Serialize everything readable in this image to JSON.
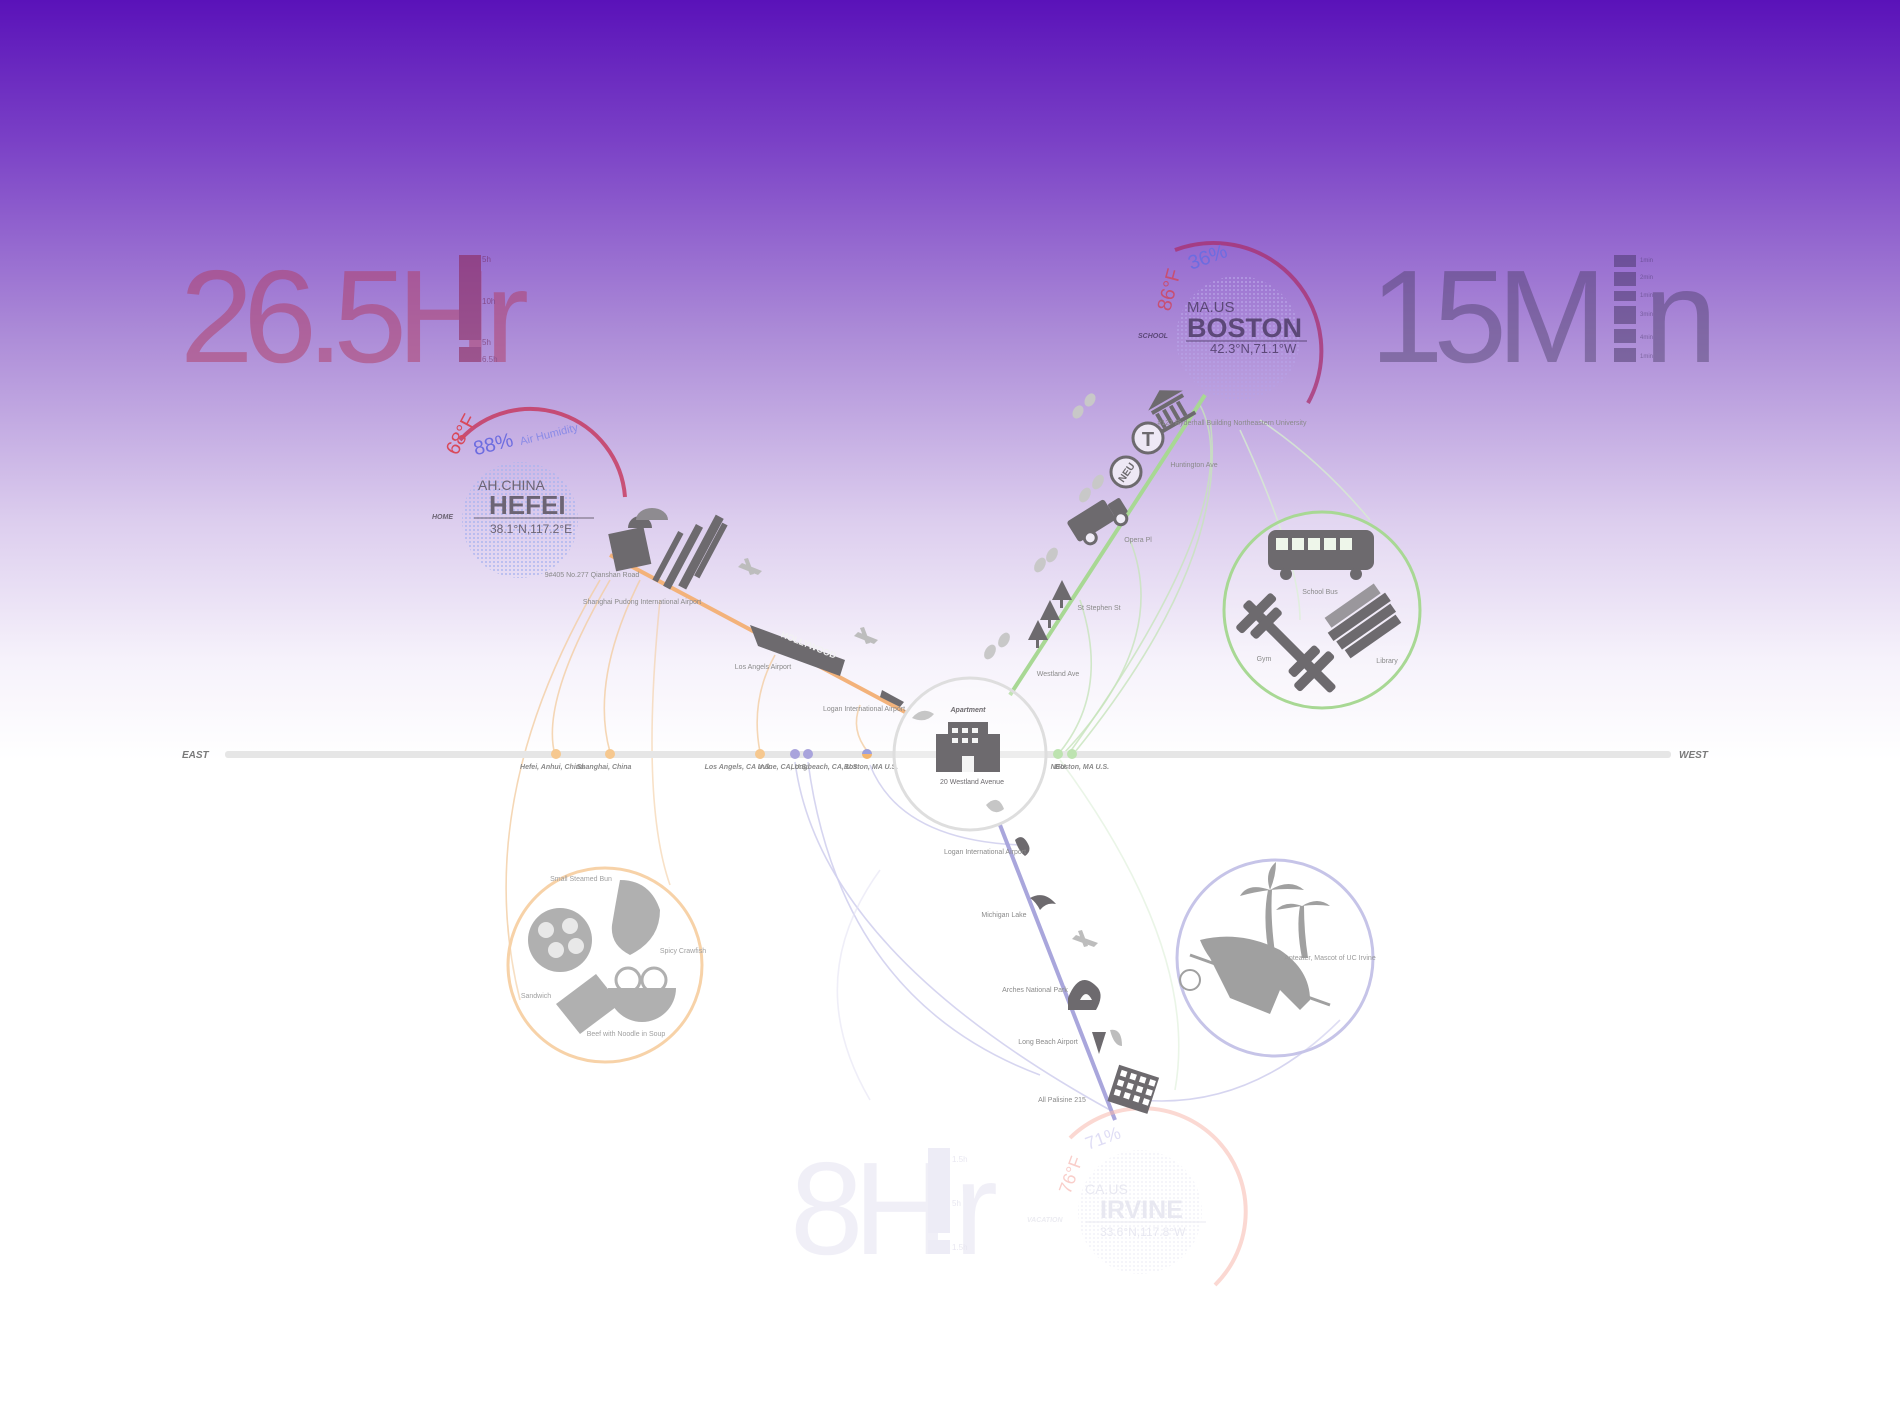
{
  "axis": {
    "east": "EAST",
    "west": "WEST"
  },
  "big_stats": [
    {
      "value": "26.5H",
      "tail": "r",
      "ticks": [
        "5h",
        "10h",
        "5h",
        "6.5h"
      ]
    },
    {
      "value": "15M",
      "tail": "n",
      "ticks": [
        "1min",
        "2min",
        "1min",
        "3min",
        "4min",
        "1min"
      ]
    },
    {
      "value": "8H",
      "tail": "r",
      "ticks": [
        "1.5h",
        "5h",
        "1.5h"
      ]
    }
  ],
  "cities": {
    "hefei": {
      "temp": "68°F",
      "humidity": "88%",
      "humidity_label": "Air Humidity",
      "region": "AH.CHINA",
      "name": "HEFEI",
      "coords": "38.1°N,117.2°E",
      "tag": "HOME"
    },
    "boston": {
      "temp": "86°F",
      "humidity": "36%",
      "region": "MA.US",
      "name": "BOSTON",
      "coords": "42.3°N,71.1°W",
      "tag": "SCHOOL"
    },
    "irvine": {
      "temp": "76°F",
      "humidity": "71%",
      "region": "CA.US",
      "name": "IRVINE",
      "coords": "33.6°N,117.8°W",
      "tag": "VACATION"
    }
  },
  "hub": {
    "title": "Apartment",
    "address": "20 Westland Avenue"
  },
  "axis_stops": [
    {
      "label": "Hefei, Anhui, China",
      "color": "#f6c88f"
    },
    {
      "label": "Shanghai, China",
      "color": "#f6c88f"
    },
    {
      "label": "Los Angels, CA U.S.",
      "color": "#f6c88f"
    },
    {
      "label": "Irvine, CA, U.S.",
      "color": "#a9a4dc"
    },
    {
      "label": "Longbeach, CA, U.S.",
      "color": "#a9a4dc"
    },
    {
      "label": "Boston, MA U.S.",
      "color": "#f3b56e"
    },
    {
      "label": "NEU",
      "color": "#bde3b0"
    },
    {
      "label": "Boston, MA U.S.",
      "color": "#bde3b0"
    }
  ],
  "route_labels": {
    "hefei_addr": "9#405 No.277 Qianshan Road",
    "shanghai_airport": "Shanghai Pudong International Airport",
    "la_airport": "Los Angels Airport",
    "logan_top": "Logan International Airport",
    "ryder": "#127 Ryderhall Building Northeastern University",
    "huntington": "Huntington Ave",
    "opera": "Opera Pl",
    "st_stephen": "St Stephen St",
    "westland": "Westland Ave",
    "logan_bottom": "Logan International Airport",
    "michigan": "Michigan Lake",
    "arches": "Arches National Park",
    "long_beach": "Long Beach Airport",
    "palisades": "All Palisine 215",
    "hollywood": "HOLLYWOOD",
    "neu_badge": "NEU",
    "t_badge": "T"
  },
  "panels": {
    "food": [
      "Small Steamed Bun",
      "Spicy Crawfish",
      "Sandwich",
      "Beef with Noodle in Soup"
    ],
    "school": [
      "School Bus",
      "Gym",
      "Library"
    ],
    "irvine": [
      "Anteater, Mascot of UC Irvine"
    ]
  },
  "colors": {
    "hefei_route": "#f3b27a",
    "boston_route": "#a8d894",
    "irvine_route": "#a9a6dc",
    "temp": "#d9495a",
    "humidity": "#6d6ce0",
    "icon": "#6d6a6e"
  }
}
